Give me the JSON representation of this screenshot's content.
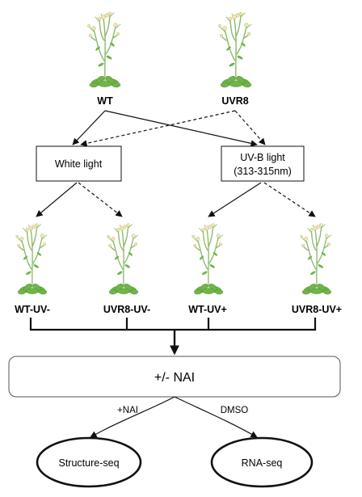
{
  "parents": {
    "wt": "WT",
    "uvr8": "UVR8"
  },
  "conditions": {
    "white": "White light",
    "uvb_line1": "UV-B light",
    "uvb_line2": "(313-315nm)"
  },
  "samples": {
    "wt_uvminus": "WT-UV-",
    "uvr8_uvminus": "UVR8-UV-",
    "wt_uvplus": "WT-UV+",
    "uvr8_uvplus": "UVR8-UV+"
  },
  "treatment": "+/- NAI",
  "branches": {
    "nai": "+NAI",
    "dmso": "DMSO"
  },
  "outputs": {
    "structure": "Structure-seq",
    "rna": "RNA-seq"
  },
  "colors": {
    "leaf": "#6fb548",
    "leaf_dark": "#4f8f34",
    "stem": "#8ab86a",
    "flower": "#efe7b8",
    "flower_edge": "#c9bf82",
    "line": "#111111"
  },
  "icons": [
    "arabidopsis-plant-icon"
  ]
}
